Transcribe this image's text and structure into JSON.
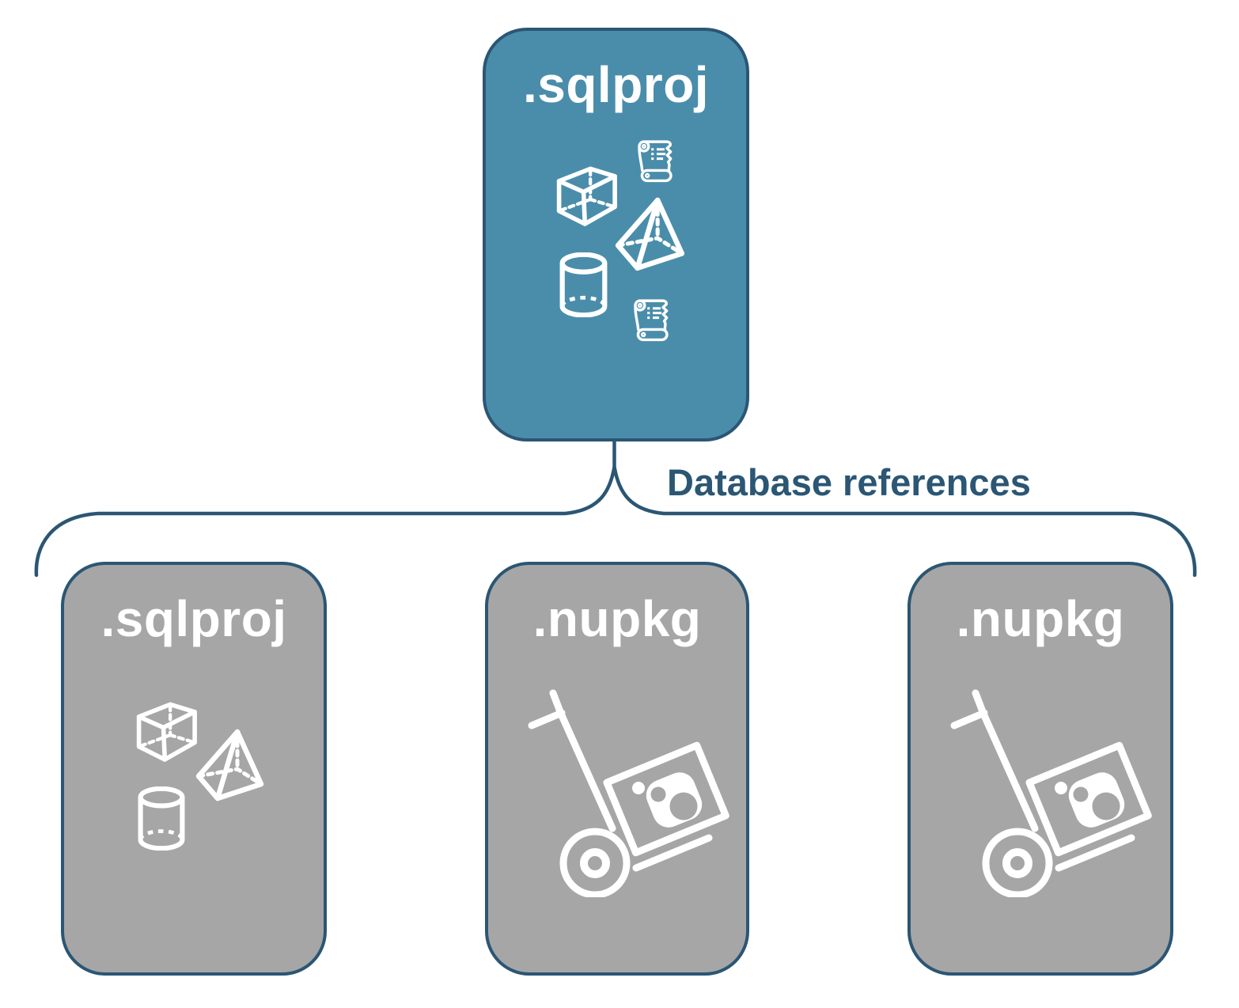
{
  "edge": {
    "label": "Database references"
  },
  "nodes": {
    "root": {
      "label": ".sqlproj",
      "icons": [
        "scroll-icon",
        "cube-icon",
        "pyramid-icon",
        "cylinder-icon",
        "scroll-icon"
      ]
    },
    "children": [
      {
        "label": ".sqlproj",
        "icons": [
          "cube-icon",
          "pyramid-icon",
          "cylinder-icon"
        ]
      },
      {
        "label": ".nupkg",
        "icons": [
          "hand-truck-package-icon"
        ]
      },
      {
        "label": ".nupkg",
        "icons": [
          "hand-truck-package-icon"
        ]
      }
    ]
  },
  "colors": {
    "root-fill": "#4a8dab",
    "child-fill": "#a6a6a6",
    "stroke": "#2b5674",
    "icon": "#ffffff",
    "label": "#ffffff",
    "edge-label": "#2b5674",
    "background": "#ffffff"
  }
}
